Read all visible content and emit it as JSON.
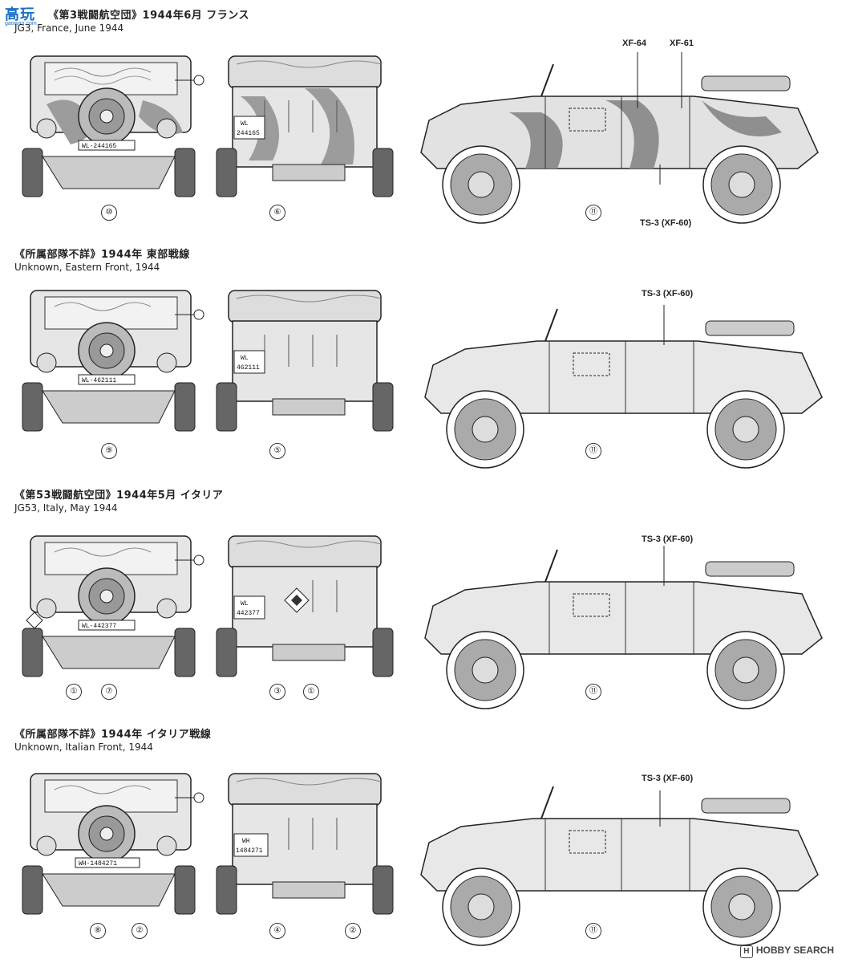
{
  "watermark_logo": {
    "text": "高玩",
    "sub": "gaowan.com"
  },
  "watermark_bottom": {
    "brand": "HOBBY SEARCH",
    "mark": "H"
  },
  "sections": [
    {
      "title_jp": "《第3戦闘航空団》1944年6月 フランス",
      "title_en": "JG3, France, June 1944",
      "front_plate": "WL-244165",
      "rear_plate_line1": "WL",
      "rear_plate_line2": "244165",
      "callouts": [
        "XF-64",
        "XF-61",
        "TS-3 (XF-60)"
      ],
      "numbers": [
        "⑩",
        "⑥",
        "⑪"
      ]
    },
    {
      "title_jp": "《所属部隊不詳》1944年 東部戦線",
      "title_en": "Unknown, Eastern Front, 1944",
      "front_plate": "WL-462111",
      "rear_plate_line1": "WL",
      "rear_plate_line2": "462111",
      "callouts": [
        "TS-3 (XF-60)"
      ],
      "numbers": [
        "⑨",
        "⑤",
        "⑪"
      ]
    },
    {
      "title_jp": "《第53戦闘航空団》1944年5月 イタリア",
      "title_en": "JG53, Italy, May 1944",
      "front_plate": "WL-442377",
      "rear_plate_line1": "WL",
      "rear_plate_line2": "442377",
      "callouts": [
        "TS-3 (XF-60)"
      ],
      "numbers": [
        "①",
        "⑦",
        "③",
        "①",
        "⑪"
      ]
    },
    {
      "title_jp": "《所属部隊不詳》1944年 イタリア戦線",
      "title_en": "Unknown, Italian Front, 1944",
      "front_plate": "WH-1484271",
      "rear_plate_line1": "WH",
      "rear_plate_line2": "1484271",
      "callouts": [
        "TS-3 (XF-60)"
      ],
      "numbers": [
        "⑧",
        "②",
        "④",
        "②",
        "⑪"
      ]
    }
  ]
}
